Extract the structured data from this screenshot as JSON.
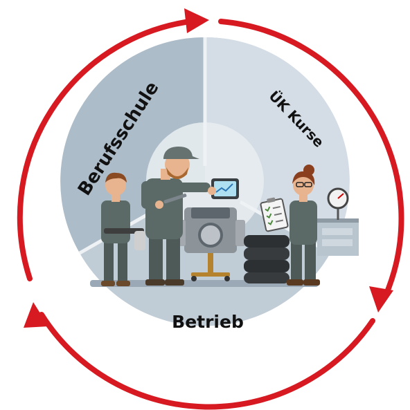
{
  "segments": {
    "left": "Berufsschule",
    "right": "ÜK Kurse",
    "bottom": "Betrieb"
  },
  "colors": {
    "arrow": "#d71a21",
    "disc": "#c3cfd8",
    "disc_left": "#aebdca",
    "disc_right": "#d3dde5",
    "divider": "#eef2f5",
    "uniform": "#5b6a66",
    "uniform_dark": "#434f4c",
    "skin": "#e8b48f",
    "hair": "#8a4b22"
  },
  "icons": [
    "cycle-arrow-icon",
    "engine-icon",
    "tire-stack-icon",
    "tablet-icon",
    "clipboard-icon",
    "pressure-gauge-icon"
  ]
}
